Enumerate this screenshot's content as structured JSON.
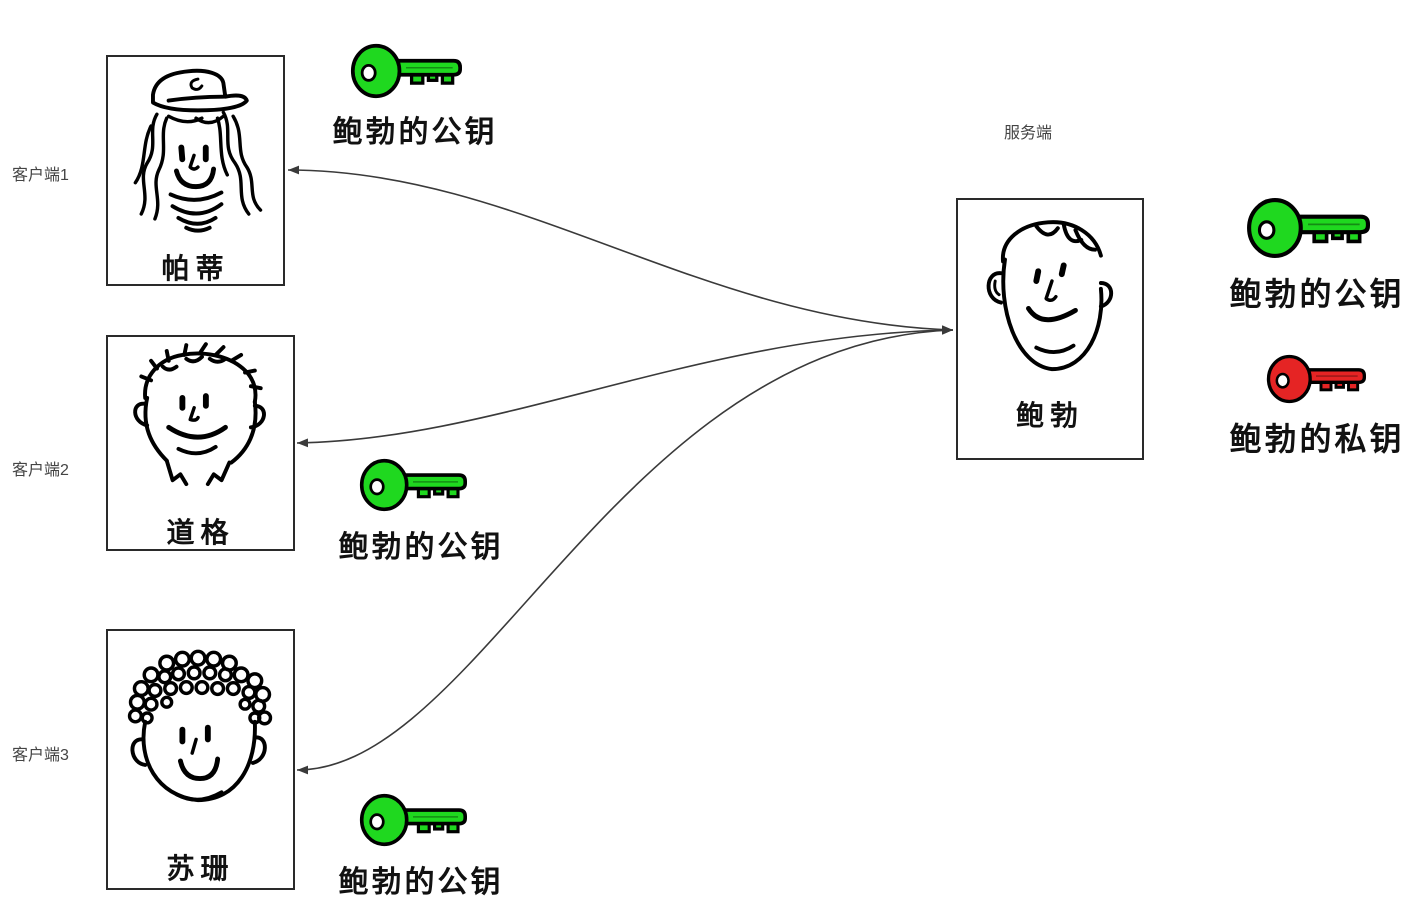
{
  "diagram": {
    "clients": [
      {
        "label": "客户端1",
        "name": "帕蒂",
        "key_label": "鲍勃的公钥"
      },
      {
        "label": "客户端2",
        "name": "道格",
        "key_label": "鲍勃的公钥"
      },
      {
        "label": "客户端3",
        "name": "苏珊",
        "key_label": "鲍勃的公钥"
      }
    ],
    "server": {
      "label": "服务端",
      "name": "鲍勃",
      "public_key_label": "鲍勃的公钥",
      "private_key_label": "鲍勃的私钥"
    },
    "colors": {
      "public_key": "#1fd81f",
      "private_key": "#e52424",
      "outline": "#000000",
      "connector": "#3a3a3a"
    },
    "icons": {
      "public_key": "key-icon",
      "private_key": "key-icon",
      "person": "face-icon"
    }
  }
}
